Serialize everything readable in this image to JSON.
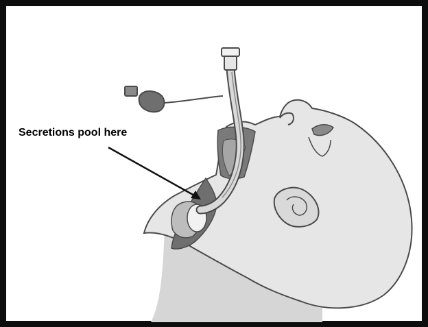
{
  "callout": {
    "label": "Secretions pool here"
  },
  "colors": {
    "frame": "#0d0d0d",
    "skin": "#e4e4e4",
    "skin_shadow": "#c8c8c8",
    "outline": "#4a4a4a",
    "airway_dark": "#6f6f6f",
    "tube": "#d9d9d9",
    "arrow": "#111111"
  },
  "icons": {
    "head": "head-profile-illustration",
    "tube": "endotracheal-tube-illustration",
    "cuff": "inflated-cuff-illustration",
    "pilot_balloon": "pilot-balloon-illustration"
  }
}
